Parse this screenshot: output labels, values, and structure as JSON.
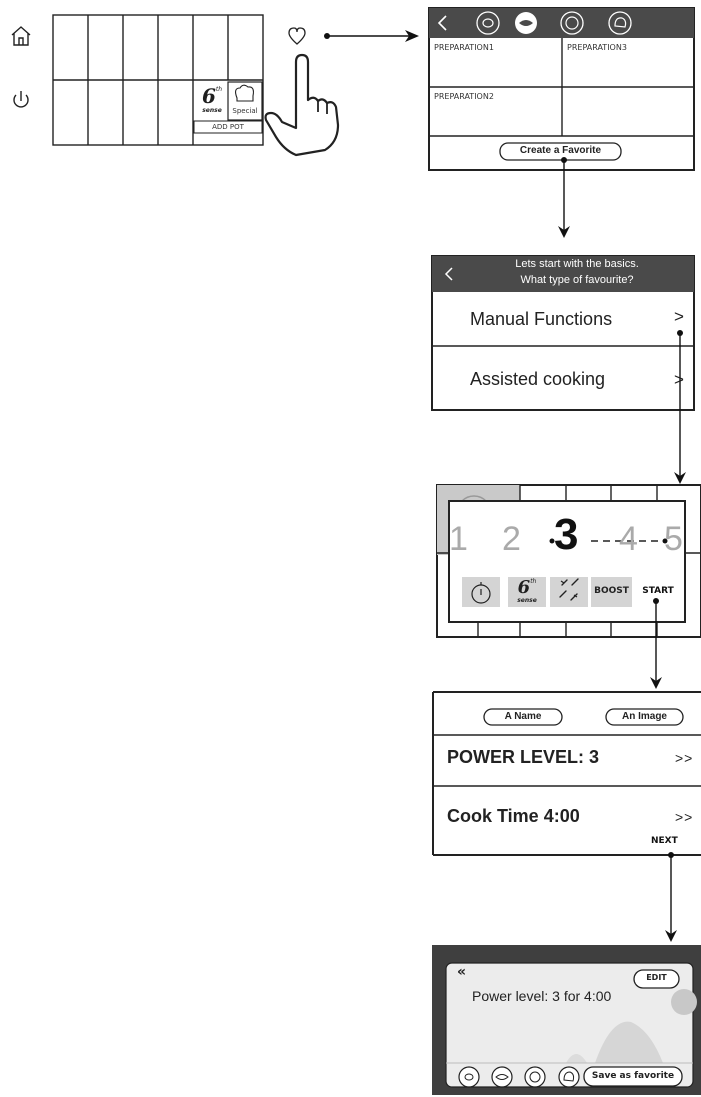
{
  "screen1": {
    "sixth_text": "6",
    "sixth_super": "th",
    "sense_text": "sense",
    "special_label": "Special",
    "add_pot_label": "ADD POT"
  },
  "screen2": {
    "prep1": "PREPARATION1",
    "prep2": "PREPARATION2",
    "prep3": "PREPARATION3",
    "create_button": "Create a Favorite"
  },
  "screen3": {
    "header_line1": "Lets start with the basics.",
    "header_line2": "What type of favourite?",
    "option1": "Manual Functions",
    "option2": "Assisted cooking",
    "chevron": ">"
  },
  "screen4": {
    "levels": [
      "1",
      "2",
      "3",
      "4",
      "5"
    ],
    "sixth_text": "6",
    "sixth_super": "th",
    "sense_text": "sense",
    "boost_label": "BOOST",
    "start_label": "START"
  },
  "screen5": {
    "name_button": "A Name",
    "image_button": "An Image",
    "power_row": "POWER LEVEL: 3",
    "time_row": "Cook Time 4:00",
    "row_arrow": ">>",
    "next_label": "NEXT"
  },
  "screen6": {
    "back_label": "«",
    "edit_button": "EDIT",
    "summary": "Power level: 3 for 4:00",
    "save_button": "Save as favorite"
  }
}
